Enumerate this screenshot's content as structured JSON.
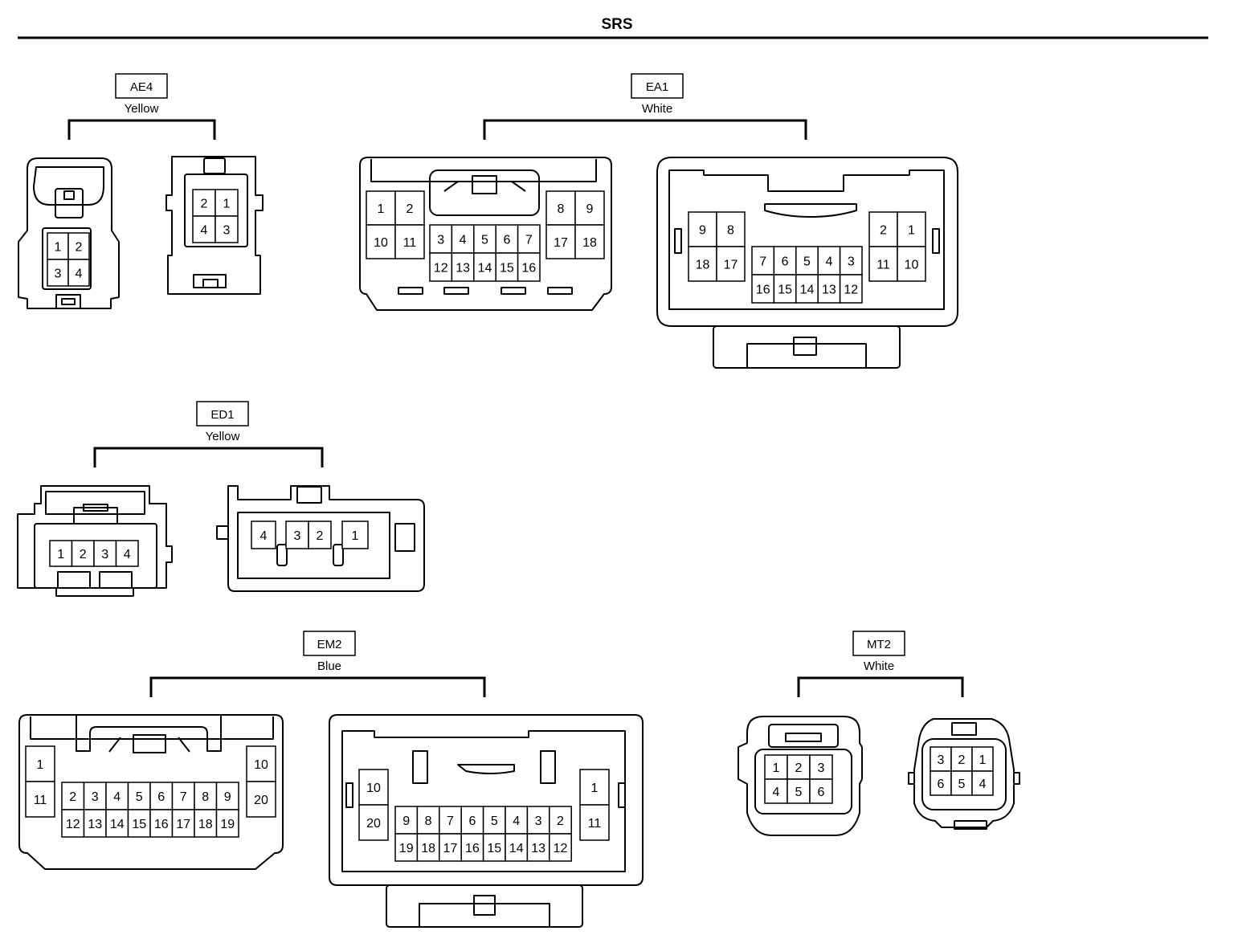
{
  "title": "SRS",
  "connectors": [
    {
      "id": "AE4",
      "color": "Yellow",
      "views": [
        {
          "pins": [
            "1",
            "2",
            "3",
            "4"
          ]
        },
        {
          "pins": [
            "2",
            "1",
            "4",
            "3"
          ]
        }
      ]
    },
    {
      "id": "EA1",
      "color": "White",
      "views": [
        {
          "pins": [
            "1",
            "2",
            "10",
            "11",
            "3",
            "4",
            "5",
            "6",
            "7",
            "12",
            "13",
            "14",
            "15",
            "16",
            "8",
            "9",
            "17",
            "18"
          ]
        },
        {
          "pins": [
            "9",
            "8",
            "18",
            "17",
            "7",
            "6",
            "5",
            "4",
            "3",
            "16",
            "15",
            "14",
            "13",
            "12",
            "2",
            "1",
            "11",
            "10"
          ]
        }
      ]
    },
    {
      "id": "ED1",
      "color": "Yellow",
      "views": [
        {
          "pins": [
            "1",
            "2",
            "3",
            "4"
          ]
        },
        {
          "pins": [
            "4",
            "3",
            "2",
            "1"
          ]
        }
      ]
    },
    {
      "id": "EM2",
      "color": "Blue",
      "views": [
        {
          "pins": [
            "1",
            "11",
            "2",
            "3",
            "4",
            "5",
            "6",
            "7",
            "8",
            "9",
            "12",
            "13",
            "14",
            "15",
            "16",
            "17",
            "18",
            "19",
            "10",
            "20"
          ]
        },
        {
          "pins": [
            "10",
            "20",
            "9",
            "8",
            "7",
            "6",
            "5",
            "4",
            "3",
            "2",
            "19",
            "18",
            "17",
            "16",
            "15",
            "14",
            "13",
            "12",
            "1",
            "11"
          ]
        }
      ]
    },
    {
      "id": "MT2",
      "color": "White",
      "views": [
        {
          "pins": [
            "1",
            "2",
            "3",
            "4",
            "5",
            "6"
          ]
        },
        {
          "pins": [
            "3",
            "2",
            "1",
            "6",
            "5",
            "4"
          ]
        }
      ]
    }
  ]
}
